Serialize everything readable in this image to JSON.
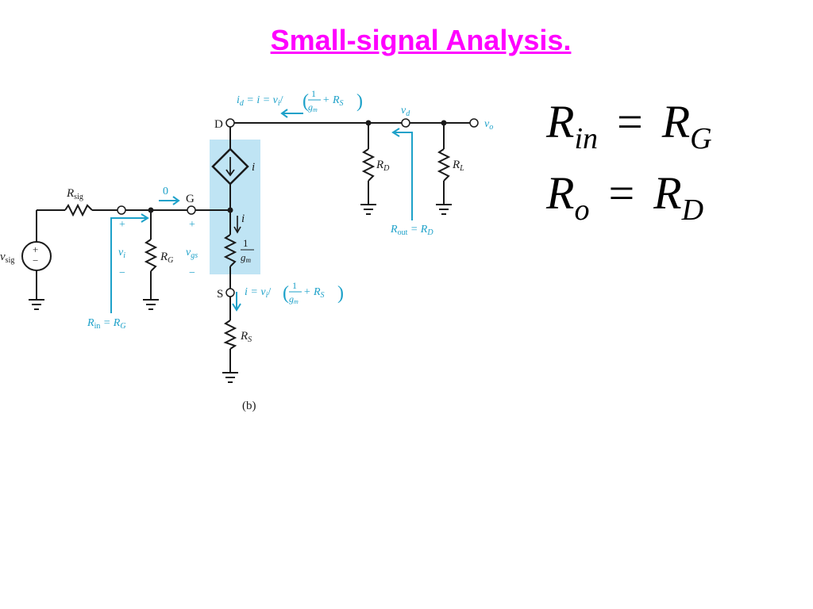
{
  "title": "Small-signal Analysis.",
  "colors": {
    "title": "#ff00ff",
    "wire": "#1a1a1a",
    "annotation": "#1da1c9",
    "highlight": "#bfe4f4"
  },
  "equations": [
    {
      "lhs_base": "R",
      "lhs_sub": "in",
      "op": "=",
      "rhs_base": "R",
      "rhs_sub": "G"
    },
    {
      "lhs_base": "R",
      "lhs_sub": "o",
      "op": "=",
      "rhs_base": "R",
      "rhs_sub": "D"
    }
  ],
  "circuit": {
    "source_label": "v",
    "source_sub": "sig",
    "source_plus": "+",
    "source_minus": "−",
    "rsig_base": "R",
    "rsig_sub": "sig",
    "rg_base": "R",
    "rg_sub": "G",
    "rd_base": "R",
    "rd_sub": "D",
    "rl_base": "R",
    "rl_sub": "L",
    "rs_base": "R",
    "rs_sub": "S",
    "node_d": "D",
    "node_g": "G",
    "node_s": "S",
    "vi_base": "v",
    "vi_sub": "i",
    "vgs_base": "v",
    "vgs_sub": "gs",
    "vd_base": "v",
    "vd_sub": "d",
    "vo_base": "v",
    "vo_sub": "o",
    "plus": "+",
    "minus": "−",
    "gate_current": "0",
    "current_i": "i",
    "frac_one": "1",
    "gm_base": "g",
    "gm_sub": "m",
    "id_prefix": "i",
    "id_sub": "d",
    "id_eq": " = i = v",
    "id_vi_sub": "i",
    "id_slash": "/",
    "is_prefix": "i = v",
    "is_vi_sub": "i",
    "is_slash": "/",
    "plus_rs_base": " + R",
    "plus_rs_sub": "S",
    "rin_base": "R",
    "rin_sub": "in",
    "rin_rhs_base": " = R",
    "rin_rhs_sub": "G",
    "rout_base": "R",
    "rout_sub": "out",
    "rout_rhs_base": " = R",
    "rout_rhs_sub": "D",
    "caption": "(b)"
  }
}
